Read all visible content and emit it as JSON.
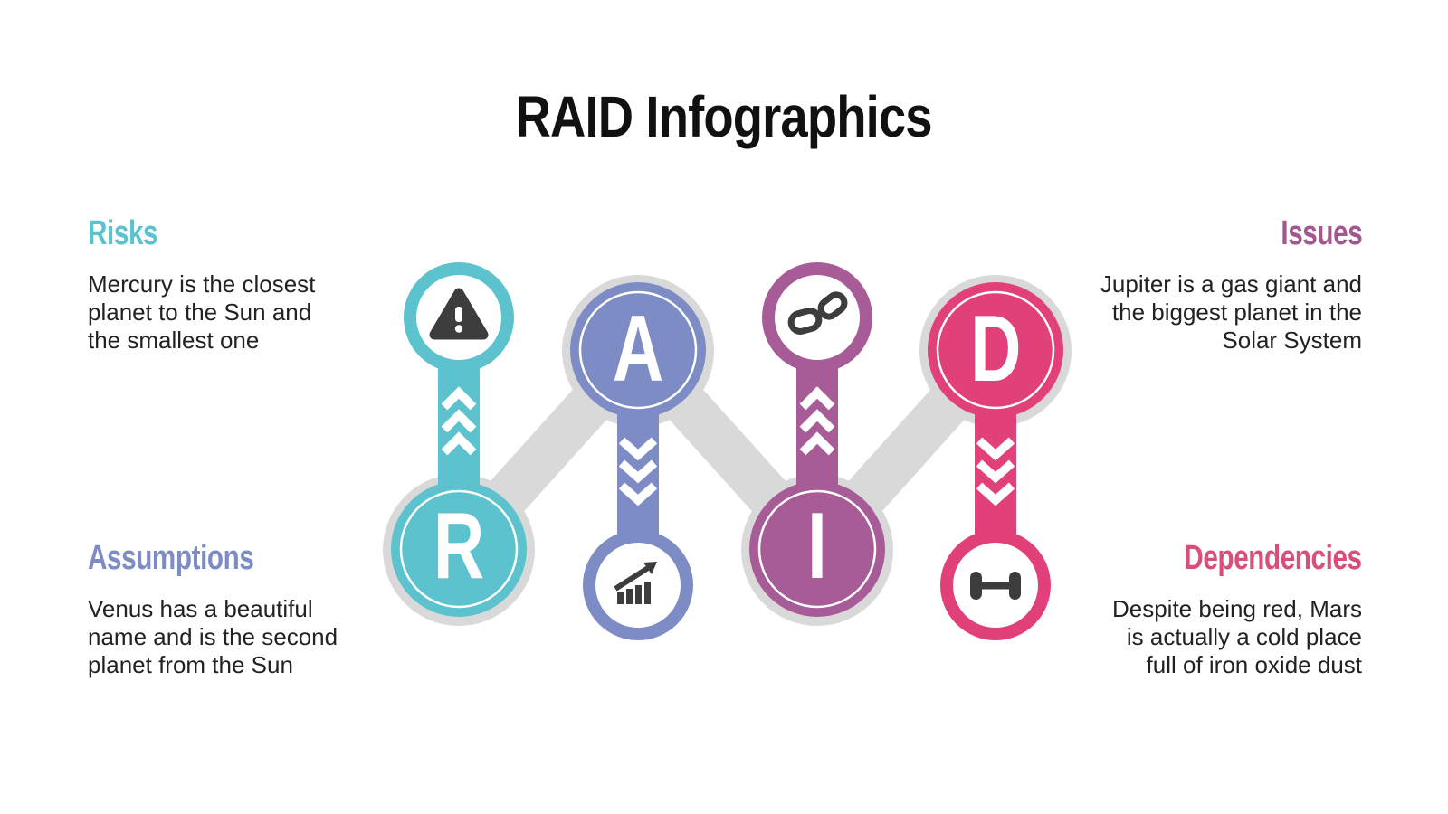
{
  "title": "RAID Infographics",
  "sections": {
    "risks": {
      "heading": "Risks",
      "lines": [
        "Mercury is the closest",
        "planet to the Sun and",
        "the smallest one"
      ]
    },
    "issues": {
      "heading": "Issues",
      "lines": [
        "Jupiter is a gas giant and",
        "the biggest planet in the",
        "Solar System"
      ]
    },
    "assumptions": {
      "heading": "Assumptions",
      "lines": [
        "Venus has a beautiful",
        "name and is the second",
        "planet from the Sun"
      ]
    },
    "dependencies": {
      "heading": "Dependencies",
      "lines": [
        "Despite being red, Mars",
        "is actually a cold place",
        "full of iron oxide dust"
      ]
    }
  },
  "letters": {
    "r": "R",
    "a": "A",
    "i": "I",
    "d": "D"
  },
  "icons": {
    "risks": "warning-triangle-icon",
    "assumptions": "growth-chart-icon",
    "issues": "chain-link-icon",
    "dependencies": "dumbbell-icon"
  },
  "colors": {
    "risks_teal": "#5bc2ce",
    "assumptions_periwinkle": "#7d8cc4",
    "issues_plum": "#a75b97",
    "dependencies_pink": "#e2407b",
    "dependencies_heading_pink": "#d94f7a",
    "issues_heading_plum": "#a3578f",
    "connector_gray": "#d9d9d9",
    "icon_dark": "#3d3d3d",
    "title_black": "#111111",
    "body_text": "#222222"
  }
}
